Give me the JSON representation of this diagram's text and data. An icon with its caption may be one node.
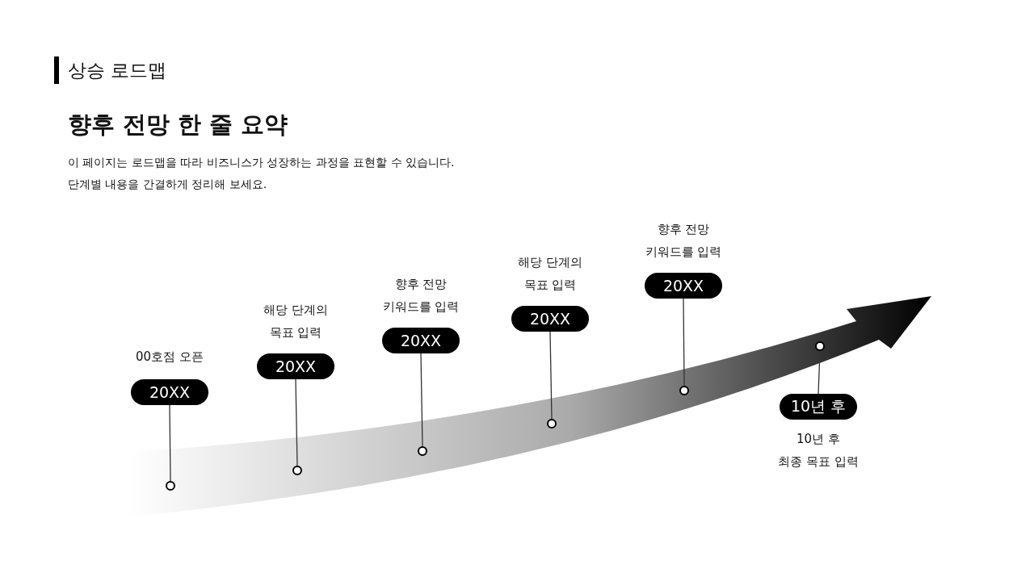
{
  "diagram": {
    "title": "향후 전망 한 줄 요약",
    "nodes": [
      {
        "text": [
          "20XX"
        ],
        "beside": [
          "00호점 오픈"
        ]
      },
      {
        "text": [],
        "shape": "circle"
      },
      {
        "text": [
          "20XX"
        ],
        "beside": [
          "해당 단계의 목표 입력"
        ]
      },
      {
        "text": [],
        "shape": "circle"
      },
      {
        "text": [
          "20XX"
        ],
        "beside": [
          "향후 전망 키워드를 입력"
        ]
      },
      {
        "text": [],
        "shape": "circle"
      },
      {
        "text": [
          "20XX"
        ],
        "beside": [
          "해당 단계의 목표 입력"
        ]
      },
      {
        "text": [],
        "shape": "circle"
      },
      {
        "text": [
          "20XX"
        ],
        "beside": [
          "향후 전망 키워드를 입력"
        ]
      },
      {
        "text": [],
        "shape": "circle"
      },
      {
        "text": [
          "10년 후"
        ],
        "beside": [
          "10년 후",
          "최종 목표 입력"
        ]
      },
      {
        "text": [],
        "shape": "circle"
      }
    ],
    "edges": [
      {
        "from": 0,
        "to": 1,
        "arrow": "none"
      },
      {
        "from": 2,
        "to": 3,
        "arrow": "none"
      },
      {
        "from": 4,
        "to": 5,
        "arrow": "none"
      },
      {
        "from": 6,
        "to": 7,
        "arrow": "none"
      },
      {
        "from": 8,
        "to": 9,
        "arrow": "none"
      },
      {
        "from": 10,
        "to": 11,
        "arrow": "none"
      }
    ],
    "labels": [
      "상승 로드맵",
      "이 페이지는 로드맵을 따라 비즈니스가 성장하는 과정을 표현할 수 있습니다.",
      "단계별 내용을 간결하게 정리해 보세요."
    ]
  }
}
